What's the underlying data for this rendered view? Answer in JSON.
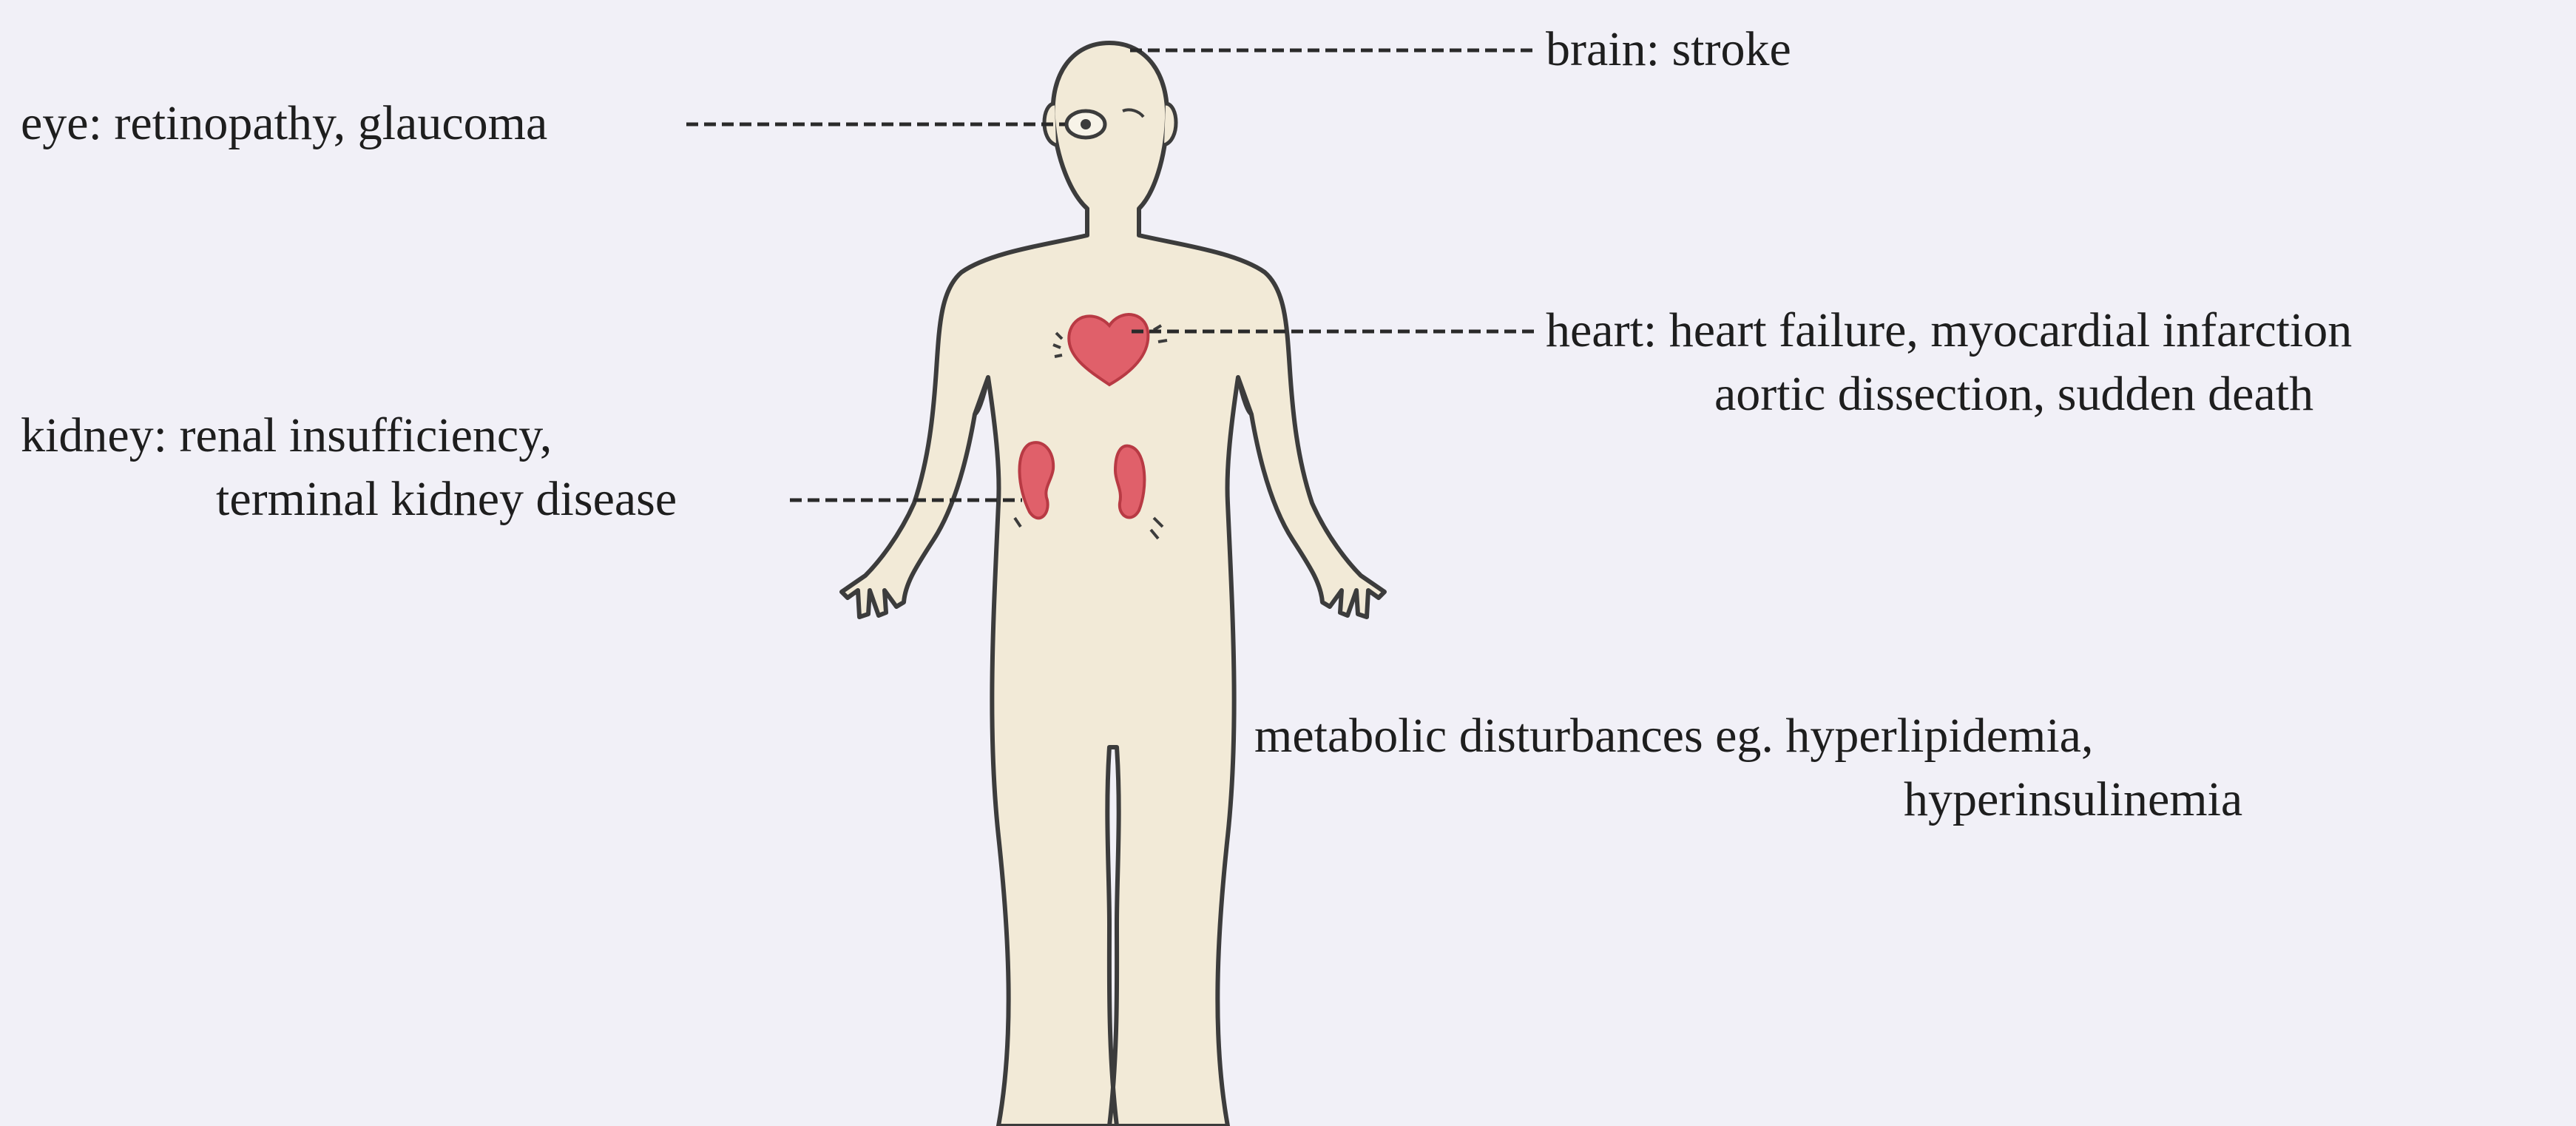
{
  "labels": {
    "brain": "brain: stroke",
    "eye": "eye: retinopathy, glaucoma",
    "heart_line1": "heart: heart failure, myocardial infarction",
    "heart_line2": "aortic dissection, sudden death",
    "kidney_line1": "kidney: renal insufficiency,",
    "kidney_line2": "terminal kidney disease",
    "metabolic_line1": "metabolic disturbances eg. hyperlipidemia,",
    "metabolic_line2": "hyperinsulinemia"
  },
  "colors": {
    "background": "#f1f0f7",
    "skin": "#f2ead7",
    "outline": "#3c3c3c",
    "organ": "#e0606a",
    "text": "#1e1e1e"
  }
}
